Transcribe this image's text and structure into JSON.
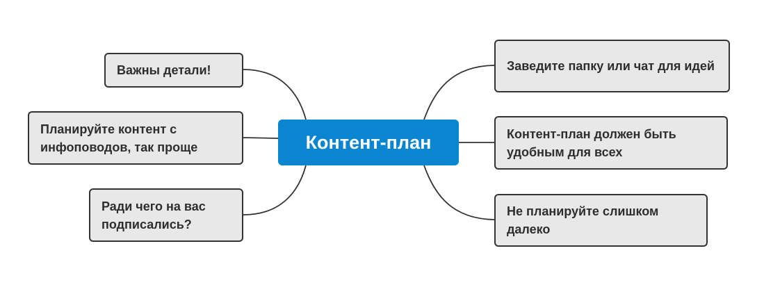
{
  "diagram": {
    "center": {
      "label": "Контент-план"
    },
    "left": [
      {
        "label": "Важны детали!"
      },
      {
        "label": "Планируйте контент с инфоповодов, так проще"
      },
      {
        "label": "Ради чего на вас подписались?"
      }
    ],
    "right": [
      {
        "label": "Заведите папку или чат для идей"
      },
      {
        "label": "Контент-план должен быть удобным для всех"
      },
      {
        "label": "Не планируйте слишком далеко"
      }
    ]
  },
  "colors": {
    "center_fill": "#0a85cf",
    "node_fill": "#e8e8e8",
    "node_border": "#333333",
    "line": "#333333"
  }
}
